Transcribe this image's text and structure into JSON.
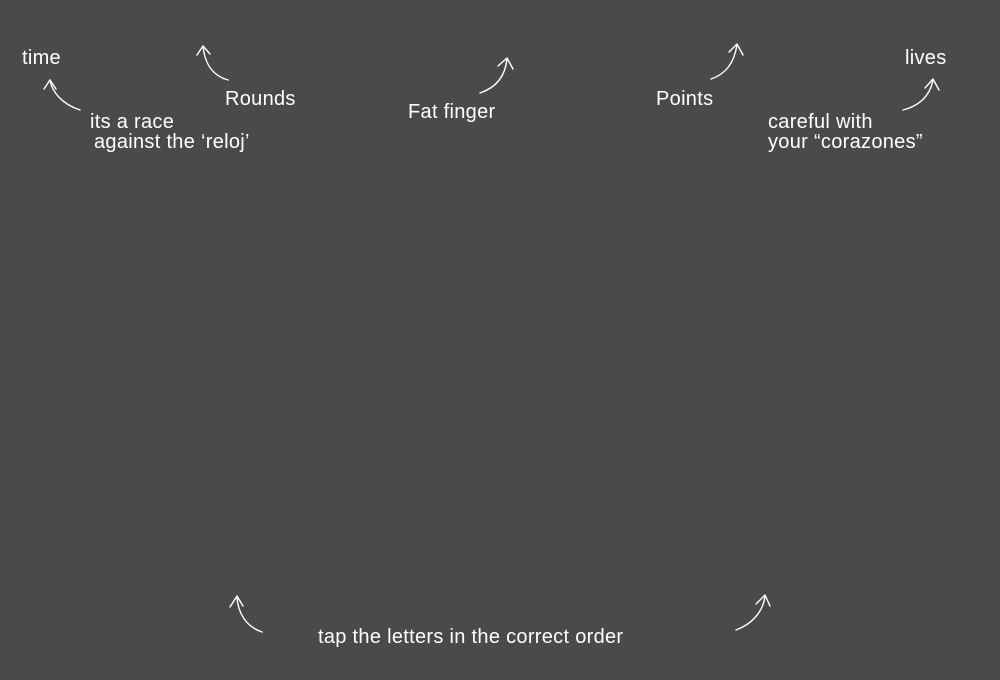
{
  "hints": {
    "time": "time",
    "time_note_line1": "its a race",
    "time_note_line2": "against the ‘reloj’",
    "rounds": "Rounds",
    "fat_finger": "Fat finger",
    "points": "Points",
    "lives": "lives",
    "lives_note_line1": "careful with",
    "lives_note_line2": "your “corazones”",
    "instruction": "tap the letters in the correct order"
  },
  "colors": {
    "background": "#4a4a4a",
    "text": "#ffffff"
  }
}
